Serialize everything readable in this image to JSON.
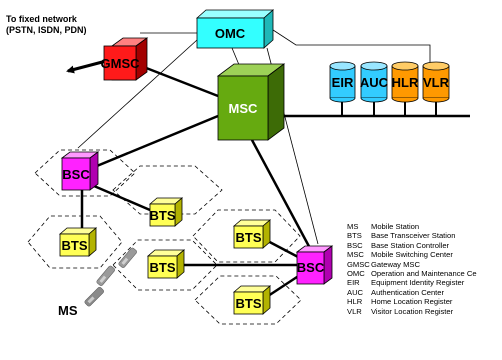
{
  "network_label": {
    "line1": "To fixed network",
    "line2": "(PSTN, ISDN, PDN)"
  },
  "nodes": {
    "omc": "OMC",
    "gmsc": "GMSC",
    "msc": "MSC",
    "eir": "EIR",
    "auc": "AUC",
    "hlr": "HLR",
    "vlr": "VLR",
    "bsc_left": "BSC",
    "bsc_right": "BSC",
    "bts": "BTS"
  },
  "ms_label": "MS",
  "colors": {
    "omc": "#33ffff",
    "gmsc": "#ff1a1a",
    "msc": "#66aa10",
    "eir": "#33ccff",
    "auc": "#33ccff",
    "hlr": "#ff9900",
    "vlr": "#ff9900",
    "bsc": "#ff22ff",
    "bts": "#ffff55"
  },
  "legend": [
    {
      "abbr": "MS",
      "text": "Mobile Station"
    },
    {
      "abbr": "BTS",
      "text": "Base Transceiver Station"
    },
    {
      "abbr": "BSC",
      "text": "Base Station Controller"
    },
    {
      "abbr": "MSC",
      "text": "Mobile Switching Center"
    },
    {
      "abbr": "GMSC",
      "text": "Gateway MSC"
    },
    {
      "abbr": "OMC",
      "text": "Operation and Maintenance Ce"
    },
    {
      "abbr": "EIR",
      "text": "Equipment Identity Register"
    },
    {
      "abbr": "AUC",
      "text": "Authentication Center"
    },
    {
      "abbr": "HLR",
      "text": "Home Location Register"
    },
    {
      "abbr": "VLR",
      "text": "Visitor Location Register"
    }
  ]
}
